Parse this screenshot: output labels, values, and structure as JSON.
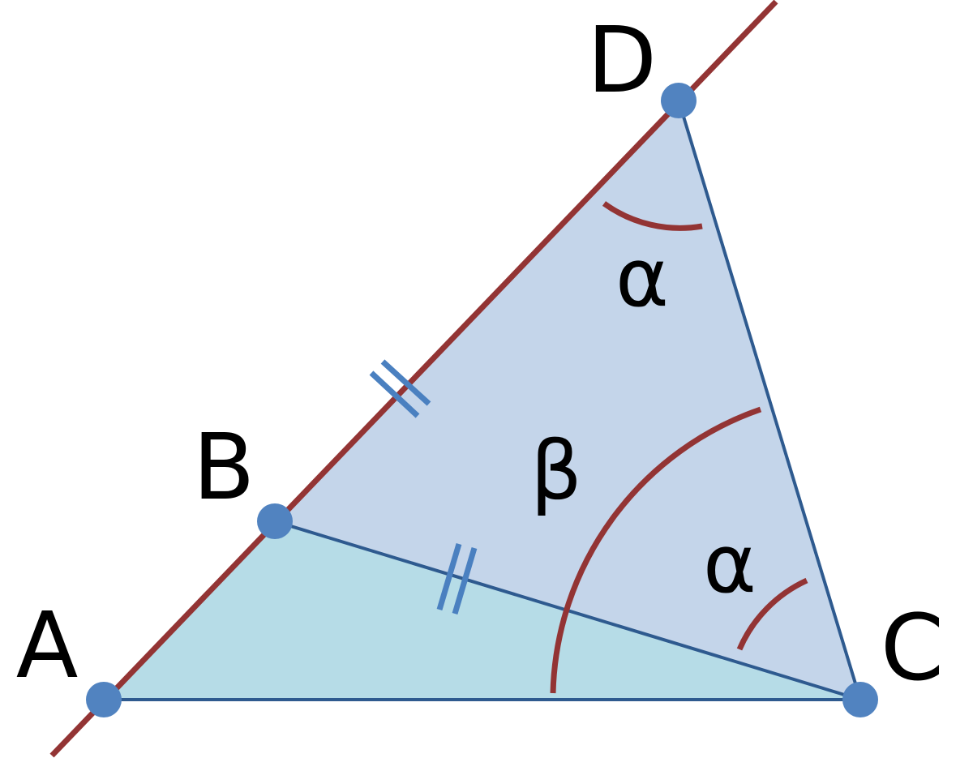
{
  "points": {
    "A": "A",
    "B": "B",
    "C": "C",
    "D": "D"
  },
  "angles": {
    "alpha_at_D": "α",
    "beta_at_C": "β",
    "alpha_at_C": "α"
  },
  "colors": {
    "line_red": "#933434",
    "edge_blue": "#2e5a8f",
    "point_blue": "#5183c0",
    "tick_blue": "#4a80c0",
    "fill_BDC": "#c4d5ea",
    "fill_ABC": "#b6dce7"
  }
}
